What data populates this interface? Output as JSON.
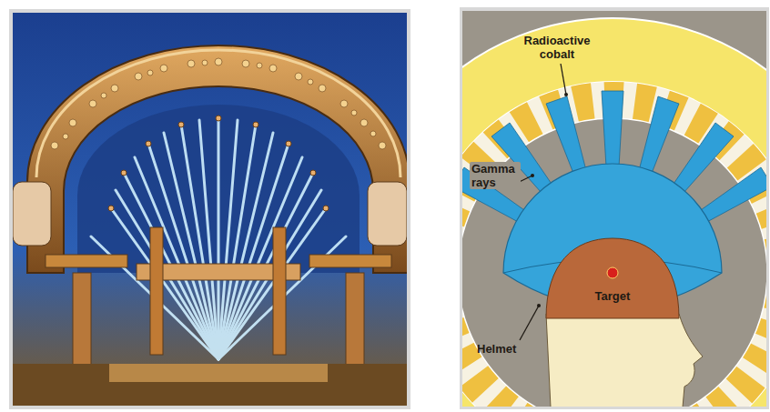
{
  "diagram": {
    "labels": [
      "Radioactive cobalt",
      "Gamma rays",
      "Target",
      "Helmet"
    ]
  }
}
